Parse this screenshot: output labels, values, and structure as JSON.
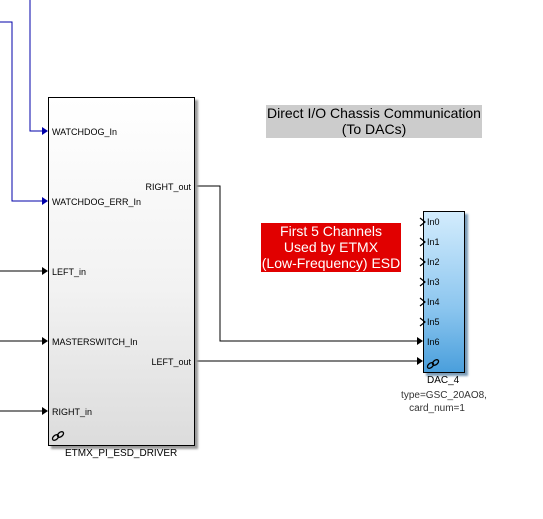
{
  "colors": {
    "signal_line": "#000000",
    "watchdog_line": "#0000aa",
    "annotation_red": "#e10000",
    "annotation_gray": "#cccccc",
    "dac_block": "#8cc6ef"
  },
  "annotations": {
    "chassis_title": [
      "Direct I/O Chassis Communication",
      "(To DACs)"
    ],
    "channels_note": [
      "First 5 Channels",
      "Used by ETMX",
      "(Low-Frequency) ESD"
    ]
  },
  "driver_block": {
    "name": "ETMX_PI_ESD_DRIVER",
    "inputs": [
      "WATCHDOG_In",
      "WATCHDOG_ERR_In",
      "LEFT_in",
      "MASTERSWITCH_In",
      "RIGHT_in"
    ],
    "outputs": [
      "RIGHT_out",
      "LEFT_out"
    ],
    "icon": "link-icon"
  },
  "dac_block": {
    "name": "DAC_4",
    "inputs": [
      "In0",
      "In1",
      "In2",
      "In3",
      "In4",
      "In5",
      "In6"
    ],
    "params": [
      "type=GSC_20AO8,",
      "card_num=1"
    ],
    "icon": "link-icon"
  }
}
